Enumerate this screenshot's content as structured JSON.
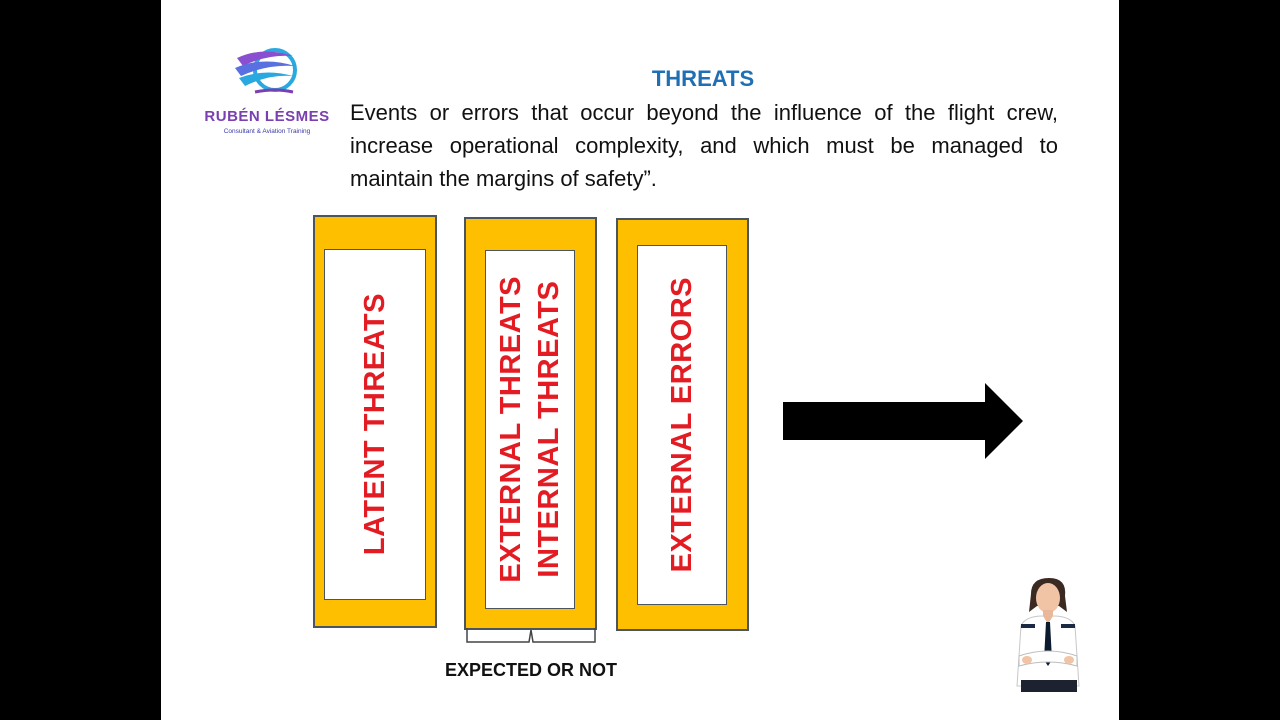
{
  "logo": {
    "name": "RUBÉN LÉSMES",
    "tagline": "Consultant & Aviation Training",
    "icon": "wing-globe-icon",
    "colors": {
      "purple": "#7a3fb0",
      "blue": "#2aa8e0",
      "navy": "#3a3aa8"
    }
  },
  "slide": {
    "title": "THREATS",
    "description": "Events or errors that occur beyond the influence of the flight crew, increase operational complexity, and which must be managed to maintain the margins of safety”."
  },
  "categories": [
    {
      "lines": [
        "LATENT THREATS"
      ]
    },
    {
      "lines": [
        "EXTERNAL THREATS",
        "INTERNAL THREATS"
      ]
    },
    {
      "lines": [
        "EXTERNAL ERRORS"
      ]
    }
  ],
  "brace_label": "EXPECTED OR NOT",
  "icons": {
    "arrow": "right-arrow-icon",
    "pilot": "pilot-illustration"
  },
  "colors": {
    "box_fill": "#fdbf00",
    "box_border": "#4a5560",
    "category_text": "#e31b23",
    "title": "#1f6fb5",
    "arrow": "#000000",
    "background": "#000000",
    "slide": "#ffffff"
  }
}
